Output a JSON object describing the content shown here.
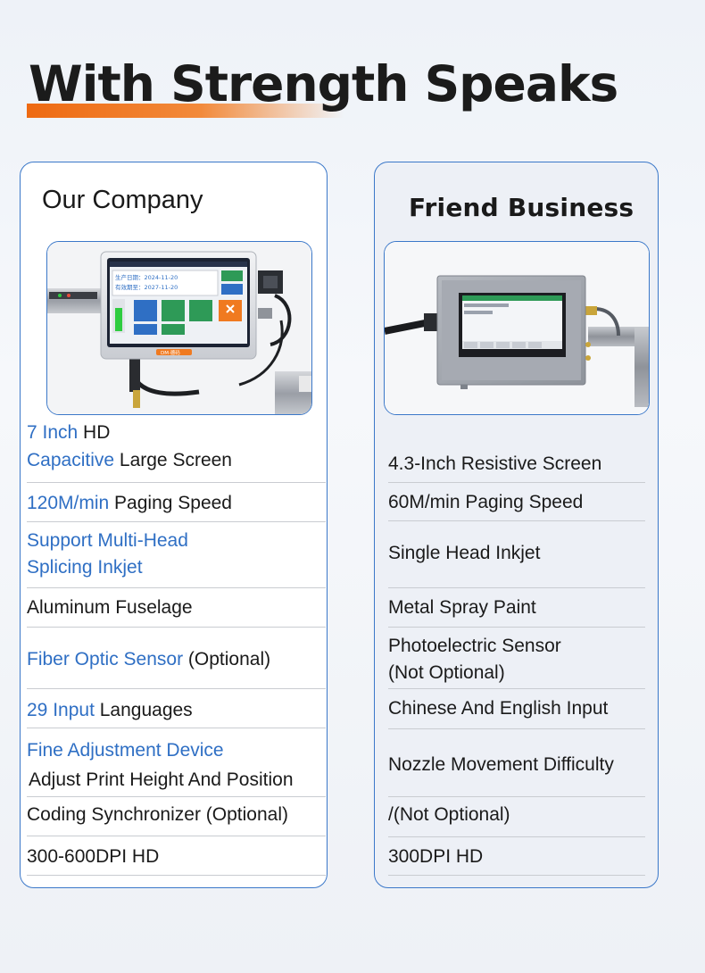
{
  "title": "With Strength Speaks",
  "colors": {
    "accent": "#3b78c9",
    "highlight_text": "#2f6fc4",
    "title_bar": "#ee6a12"
  },
  "left": {
    "heading": "Our Company",
    "screen": {
      "line1": "生产日期：2024-11-20",
      "line2": "有效期至：2027-11-20",
      "brand": "DM·德码"
    },
    "rows": [
      {
        "lines": [
          [
            {
              "text": "7 Inch",
              "hl": true
            },
            {
              "text": " HD",
              "hl": false
            }
          ],
          [
            {
              "text": "Capacitive",
              "hl": true
            },
            {
              "text": " Large Screen",
              "hl": false
            }
          ]
        ]
      },
      {
        "lines": [
          [
            {
              "text": "120M/min",
              "hl": true
            },
            {
              "text": " Paging Speed",
              "hl": false
            }
          ]
        ]
      },
      {
        "lines": [
          [
            {
              "text": "Support Multi-Head",
              "hl": true
            }
          ],
          [
            {
              "text": "Splicing Inkjet",
              "hl": true
            }
          ]
        ]
      },
      {
        "lines": [
          [
            {
              "text": "Aluminum Fuselage",
              "hl": false
            }
          ]
        ]
      },
      {
        "lines": [
          [
            {
              "text": "Fiber Optic Sensor",
              "hl": true
            },
            {
              "text": " (Optional)",
              "hl": false
            }
          ]
        ]
      },
      {
        "lines": [
          [
            {
              "text": "29 Input",
              "hl": true
            },
            {
              "text": " Languages",
              "hl": false
            }
          ]
        ]
      },
      {
        "lines": [
          [
            {
              "text": "Fine Adjustment Device",
              "hl": true
            }
          ],
          [
            {
              "text": "Adjust Print Height And Position",
              "hl": false
            }
          ]
        ]
      },
      {
        "lines": [
          [
            {
              "text": "Coding Synchronizer (Optional)",
              "hl": false
            }
          ]
        ]
      },
      {
        "lines": [
          [
            {
              "text": "300-600DPI HD",
              "hl": false
            }
          ]
        ]
      }
    ]
  },
  "right": {
    "heading": "Friend Business",
    "rows": [
      {
        "lines": [
          [
            {
              "text": "4.3-Inch Resistive Screen",
              "hl": false
            }
          ]
        ]
      },
      {
        "lines": [
          [
            {
              "text": "60M/min Paging Speed",
              "hl": false
            }
          ]
        ]
      },
      {
        "lines": [
          [
            {
              "text": "Single Head Inkjet",
              "hl": false
            }
          ]
        ]
      },
      {
        "lines": [
          [
            {
              "text": "Metal Spray Paint",
              "hl": false
            }
          ]
        ]
      },
      {
        "lines": [
          [
            {
              "text": "Photoelectric Sensor",
              "hl": false
            }
          ],
          [
            {
              "text": "(Not Optional)",
              "hl": false
            }
          ]
        ]
      },
      {
        "lines": [
          [
            {
              "text": "Chinese And English Input",
              "hl": false
            }
          ]
        ]
      },
      {
        "lines": [
          [
            {
              "text": "Nozzle Movement Difficulty",
              "hl": false
            }
          ]
        ]
      },
      {
        "lines": [
          [
            {
              "text": "/(Not Optional)",
              "hl": false
            }
          ]
        ]
      },
      {
        "lines": [
          [
            {
              "text": "300DPI HD",
              "hl": false
            }
          ]
        ]
      }
    ]
  }
}
